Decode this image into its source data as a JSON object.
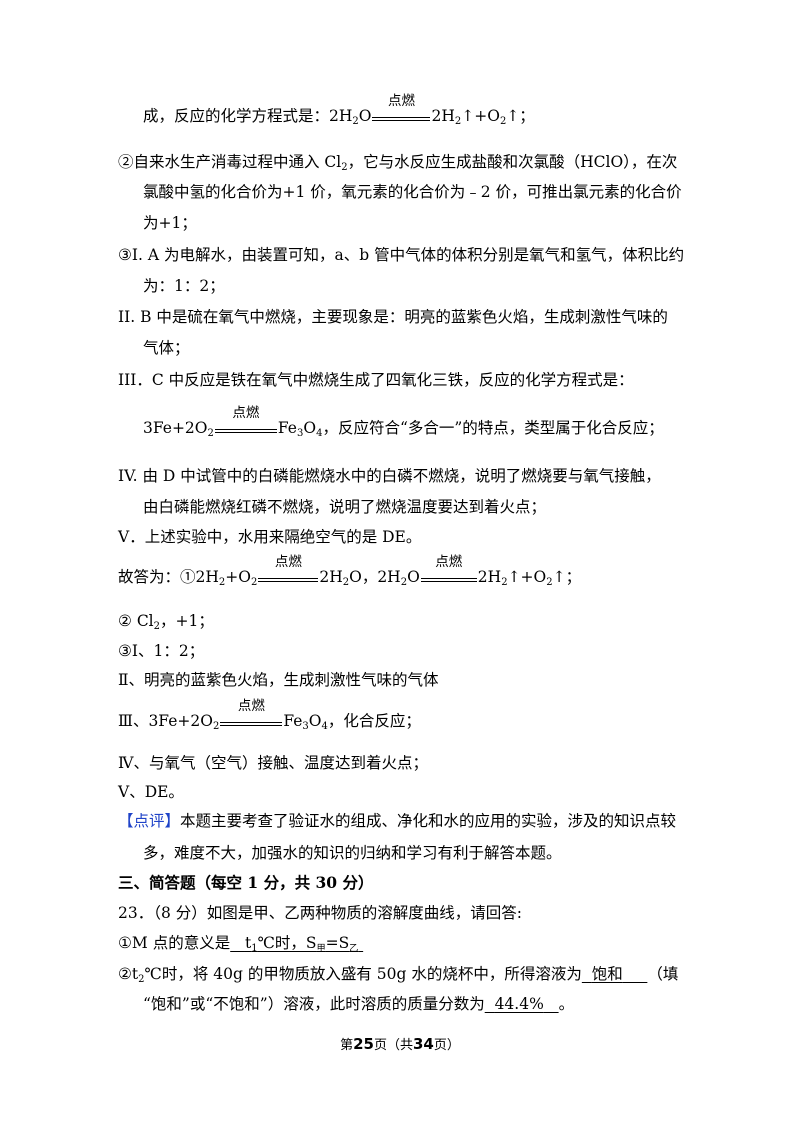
{
  "eq_label": "点燃",
  "l1": {
    "a": "成，反应的化学方程式是：2H",
    "b": "2",
    "c": "O",
    "d": "2H",
    "e": "2",
    "f": "↑+O",
    "g": "2",
    "h": "↑；"
  },
  "l2": {
    "a": "②自来水生产消毒过程中通入 Cl",
    "b": "2",
    "c": "，它与水反应生成盐酸和次氯酸（HClO），在次"
  },
  "l3": "氯酸中氢的化合价为+1 价，氧元素的化合价为﹣2 价，可推出氯元素的化合价",
  "l4": "为+1；",
  "l5": "③I. A 为电解水，由装置可知，a、b 管中气体的体积分别是氧气和氢气，体积比约",
  "l6": "为：1：2；",
  "l7": "II. B 中是硫在氧气中燃烧，主要现象是：明亮的蓝紫色火焰，生成刺激性气味的",
  "l8": "气体；",
  "l9": "III．C 中反应是铁在氧气中燃烧生成了四氧化三铁，反应的化学方程式是：",
  "l10": {
    "a": "3Fe+2O",
    "b": "2",
    "c": "Fe",
    "d": "3",
    "e": "O",
    "f": "4",
    "g": "，反应符合“多合一”的特点，类型属于化合反应；"
  },
  "l11": "IV. 由 D 中试管中的白磷能燃烧水中的白磷不燃烧，说明了燃烧要与氧气接触，",
  "l12": "由白磷能燃烧红磷不燃烧，说明了燃烧温度要达到着火点；",
  "l13": "V．上述实验中，水用来隔绝空气的是 DE。",
  "l14": {
    "a": "故答为：①2H",
    "b": "2",
    "c": "+O",
    "d": "2",
    "e": "2H",
    "f": "2",
    "g": "O，2H",
    "h": "2",
    "i": "O",
    "j": "2H",
    "k": "2",
    "l": "↑+O",
    "m": "2",
    "n": "↑；"
  },
  "l15": {
    "a": "② Cl",
    "b": "2",
    "c": "，+1；"
  },
  "l16": "③Ⅰ、1：2；",
  "l17": "Ⅱ、明亮的蓝紫色火焰，生成刺激性气味的气体",
  "l18": {
    "a": "Ⅲ、3Fe+2O",
    "b": "2",
    "c": "Fe",
    "d": "3",
    "e": "O",
    "f": "4",
    "g": "，化合反应；"
  },
  "l19": "Ⅳ、与氧气（空气）接触、温度达到着火点；",
  "l20": "Ⅴ、DE。",
  "l21": {
    "tag": "【点评】",
    "text": "本题主要考查了验证水的组成、净化和水的应用的实验，涉及的知识点较"
  },
  "l22": "多，难度不大，加强水的知识的归纳和学习有利于解答本题。",
  "l23": "三、简答题（每空 1 分，共 30 分）",
  "l24": "23．（8 分）如图是甲、乙两种物质的溶解度曲线，请回答:",
  "l25": {
    "a": "①M 点的意义是",
    "b": "t",
    "c": "1",
    "d": "℃时，S",
    "e": "甲",
    "f": "=S",
    "g": "乙"
  },
  "l26": {
    "a": "②t",
    "b": "2",
    "c": "℃时，将 40g 的甲物质放入盛有 50g 水的烧杯中，所得溶液为",
    "d": "饱和",
    "e": "（填"
  },
  "l27": {
    "a": "“饱和”或“不饱和”）溶液，此时溶质的质量分数为",
    "b": "44.4%",
    "c": "。"
  },
  "footer": {
    "pre": "第",
    "page": "25",
    "mid": "页（共",
    "total": "34",
    "post": "页）"
  }
}
